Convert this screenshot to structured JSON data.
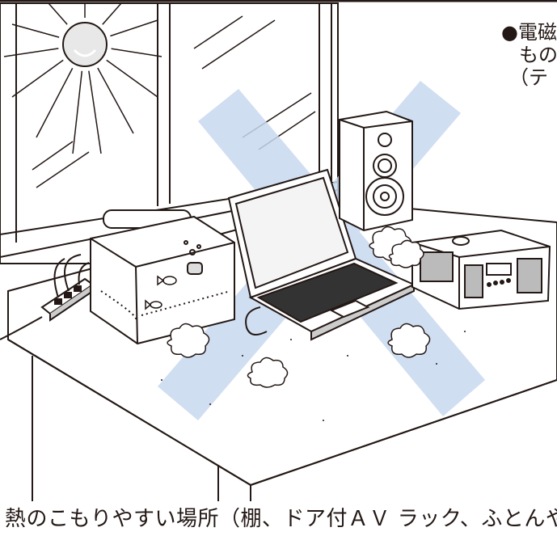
{
  "note": {
    "line1": "●電磁",
    "line2": "もの",
    "line3": "（テ"
  },
  "caption": {
    "text": "熱のこもりやすい場所（棚、ドア付ＡＶ ラック、ふとんや"
  },
  "colors": {
    "ink": "#231815",
    "prohibit_x": "#c8d9ef",
    "background": "#ffffff"
  },
  "icons": [
    "sun-icon",
    "window-icon",
    "aquarium-icon",
    "fish-icon",
    "power-strip-icon",
    "laptop-icon",
    "speaker-icon",
    "radio-icon",
    "dust-cloud-icon",
    "prohibit-x-icon"
  ]
}
